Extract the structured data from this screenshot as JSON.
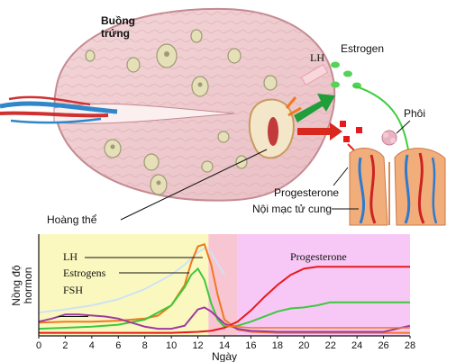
{
  "labels": {
    "ovary": "Buồng\ntrứng",
    "lh_top": "LH",
    "estrogen_top": "Estrogen",
    "embryo": "Phôi",
    "progesterone_top": "Progesterone",
    "endometrium": "Nội mạc tử cung",
    "corpus_luteum": "Hoàng thể"
  },
  "colors": {
    "lh": "#f0781e",
    "estrogens": "#3cc83c",
    "fsh": "#9e3aa0",
    "progesterone": "#e8191e",
    "background_pre": "#fbf8bf",
    "background_lh": "#f8c6d2",
    "background_post": "#f7c8f5"
  },
  "chart_data": {
    "type": "line",
    "ylabel": "Nồng độ\nhormon",
    "xlabel": "Ngày",
    "xlim": [
      0,
      28
    ],
    "x_ticks": [
      0,
      2,
      4,
      6,
      8,
      10,
      12,
      14,
      16,
      18,
      20,
      22,
      24,
      26,
      28
    ],
    "x_tick_labels": [
      "0",
      "2",
      "4",
      "6",
      "8",
      "10",
      "12",
      "14",
      "16",
      "18",
      "20",
      "22",
      "24",
      "26",
      "28"
    ],
    "series_labels": {
      "lh": "LH",
      "estrogens": "Estrogens",
      "fsh": "FSH",
      "progesterone": "Progesterone"
    },
    "series": [
      {
        "key": "lh",
        "x": [
          0,
          2,
          4,
          6,
          8,
          9,
          10,
          11,
          11.5,
          12,
          12.5,
          13,
          13.5,
          14,
          15,
          16,
          18,
          20,
          22,
          24,
          26,
          28
        ],
        "y": [
          0.13,
          0.14,
          0.14,
          0.15,
          0.17,
          0.2,
          0.3,
          0.5,
          0.72,
          0.88,
          0.9,
          0.7,
          0.4,
          0.16,
          0.06,
          0.04,
          0.03,
          0.03,
          0.03,
          0.03,
          0.03,
          0.03
        ]
      },
      {
        "key": "estrogens",
        "x": [
          0,
          2,
          4,
          6,
          8,
          10,
          11,
          11.5,
          12,
          12.5,
          13,
          13.5,
          14,
          15,
          16,
          18,
          19,
          20,
          21,
          22,
          24,
          26,
          28
        ],
        "y": [
          0.07,
          0.08,
          0.09,
          0.11,
          0.16,
          0.3,
          0.48,
          0.6,
          0.66,
          0.55,
          0.32,
          0.16,
          0.09,
          0.1,
          0.14,
          0.24,
          0.27,
          0.28,
          0.3,
          0.33,
          0.33,
          0.33,
          0.33
        ]
      },
      {
        "key": "fsh",
        "x": [
          0,
          1,
          2,
          3,
          4,
          5,
          6,
          7,
          8,
          9,
          10,
          11,
          12,
          12.5,
          13,
          14,
          15,
          16,
          18,
          20,
          22,
          24,
          26,
          28
        ],
        "y": [
          0.14,
          0.17,
          0.21,
          0.21,
          0.2,
          0.19,
          0.17,
          0.13,
          0.09,
          0.07,
          0.07,
          0.1,
          0.26,
          0.28,
          0.24,
          0.12,
          0.07,
          0.05,
          0.04,
          0.04,
          0.04,
          0.04,
          0.04,
          0.1
        ]
      },
      {
        "key": "progesterone",
        "x": [
          0,
          2,
          4,
          6,
          8,
          10,
          12,
          13,
          14,
          15,
          16,
          17,
          18,
          19,
          20,
          21,
          22,
          24,
          26,
          28
        ],
        "y": [
          0.03,
          0.03,
          0.03,
          0.03,
          0.03,
          0.03,
          0.04,
          0.05,
          0.08,
          0.14,
          0.25,
          0.38,
          0.5,
          0.6,
          0.66,
          0.68,
          0.68,
          0.68,
          0.68,
          0.68
        ]
      },
      {
        "key": "lh_lowtail",
        "x": [
          14,
          16,
          18,
          20,
          22,
          24,
          26,
          28
        ],
        "y": [
          0.1,
          0.08,
          0.08,
          0.08,
          0.08,
          0.08,
          0.08,
          0.08
        ]
      }
    ]
  }
}
